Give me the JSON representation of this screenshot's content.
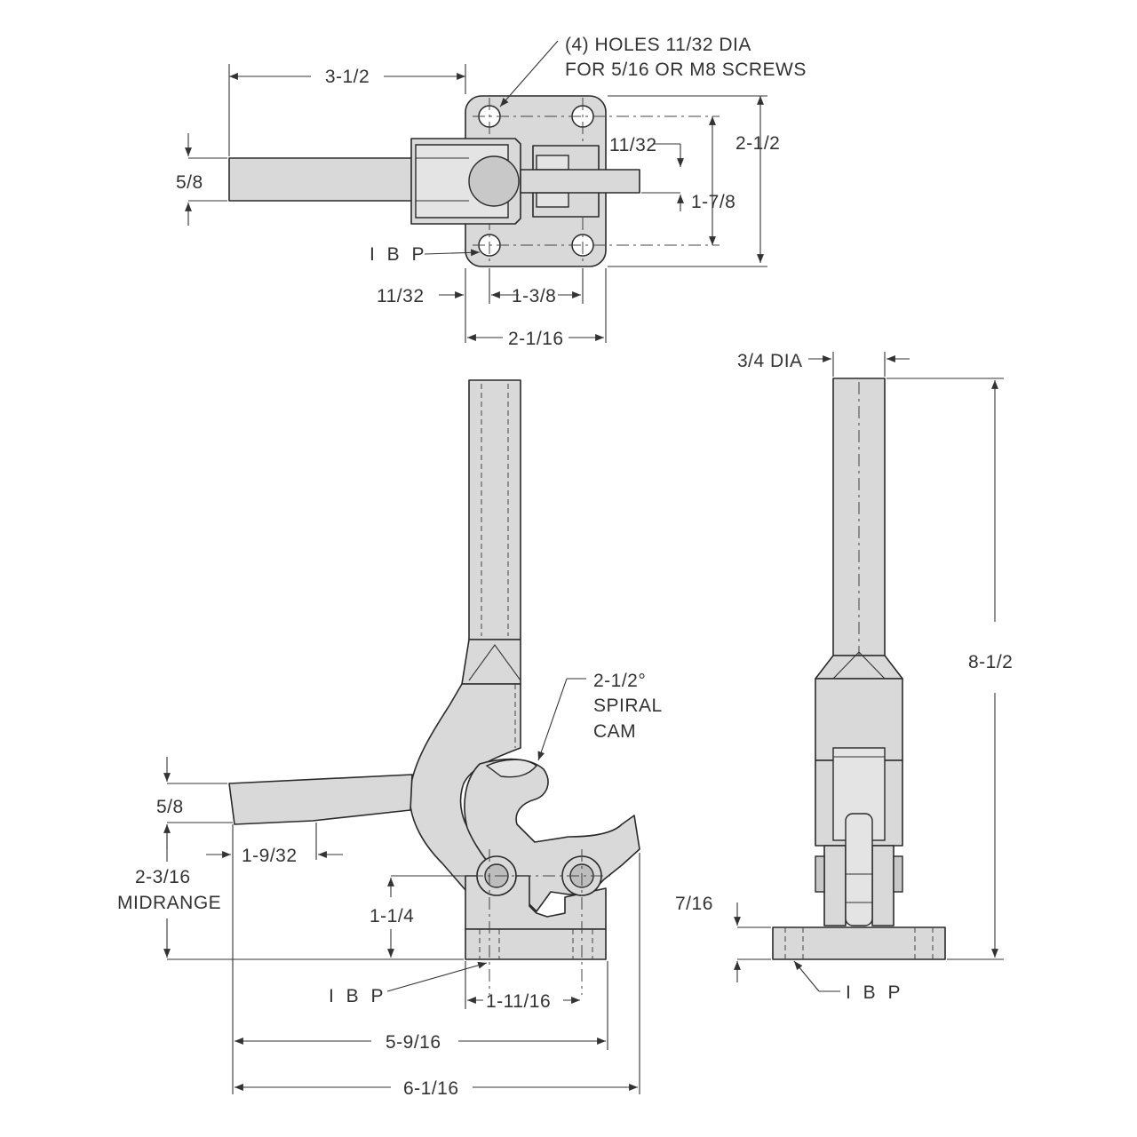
{
  "dimensions": {
    "top_overall_length": "3-1/2",
    "holes_note_line1": "(4) HOLES 11/32 DIA",
    "holes_note_line2": "FOR 5/16 OR M8 SCREWS",
    "base_height": "2-1/2",
    "slot_width": "11/32",
    "hole_spacing_vertical": "1-7/8",
    "handle_width_top": "5/8",
    "ibp_top": "I B P",
    "edge_offset": "11/32",
    "hole_spacing_horizontal": "1-3/8",
    "base_width": "2-1/16",
    "handle_dia": "3/4 DIA",
    "overall_height": "8-1/2",
    "cam_line1": "2-1/2°",
    "cam_line2": "SPIRAL",
    "cam_line3": "CAM",
    "arm_thickness": "5/8",
    "arm_offset": "1-9/32",
    "midrange_line1": "2-3/16",
    "midrange_line2": "MIDRANGE",
    "pivot_height": "1-1/4",
    "base_thickness": "7/16",
    "ibp_side": "I B P",
    "ibp_front": "I B P",
    "pivot_spacing": "1-11/16",
    "reach_to_arm": "5-9/16",
    "overall_length": "6-1/16"
  },
  "colors": {
    "part_fill": "#d9d9d9",
    "line": "#2a2a2a",
    "background": "#ffffff"
  }
}
